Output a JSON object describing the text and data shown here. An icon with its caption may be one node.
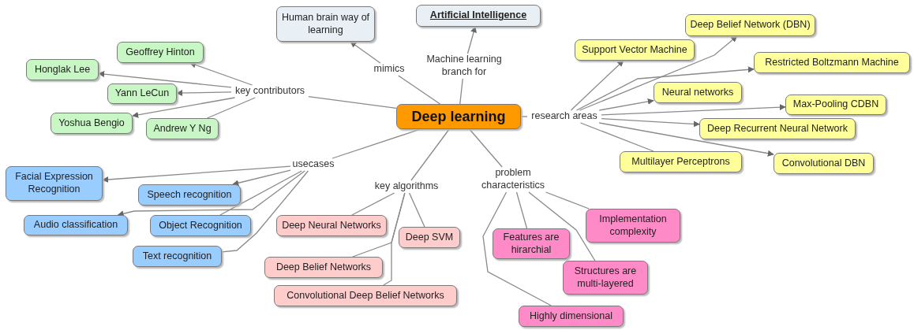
{
  "diagram": {
    "nodes": [
      {
        "text": [
          "Deep learning"
        ]
      },
      {
        "text": [
          "Human brain way of learning"
        ]
      },
      {
        "text": [
          "Artificial Intelligence"
        ]
      },
      {
        "text": [
          "mimics"
        ]
      },
      {
        "text": [
          "Machine learning branch for"
        ]
      },
      {
        "text": [
          "key contributors"
        ]
      },
      {
        "text": [
          "Geoffrey Hinton"
        ]
      },
      {
        "text": [
          "Honglak Lee"
        ]
      },
      {
        "text": [
          "Yann LeCun"
        ]
      },
      {
        "text": [
          "Yoshua Bengio"
        ]
      },
      {
        "text": [
          "Andrew Y Ng"
        ]
      },
      {
        "text": [
          "research areas"
        ]
      },
      {
        "text": [
          "Support Vector Machine"
        ]
      },
      {
        "text": [
          "Deep Belief Network (DBN)"
        ]
      },
      {
        "text": [
          "Neural networks"
        ]
      },
      {
        "text": [
          "Restricted Boltzmann Machine"
        ]
      },
      {
        "text": [
          "Max-Pooling CDBN"
        ]
      },
      {
        "text": [
          "Deep Recurrent Neural Network"
        ]
      },
      {
        "text": [
          "Multilayer Perceptrons"
        ]
      },
      {
        "text": [
          "Convolutional DBN"
        ]
      },
      {
        "text": [
          "usecases"
        ]
      },
      {
        "text": [
          "Facial Expression Recognition"
        ]
      },
      {
        "text": [
          "Speech recognition"
        ]
      },
      {
        "text": [
          "Audio classification"
        ]
      },
      {
        "text": [
          "Object Recognition"
        ]
      },
      {
        "text": [
          "Text recognition"
        ]
      },
      {
        "text": [
          "key algorithms"
        ]
      },
      {
        "text": [
          "Deep Neural Networks"
        ]
      },
      {
        "text": [
          "Deep SVM"
        ]
      },
      {
        "text": [
          "Deep Belief Networks"
        ]
      },
      {
        "text": [
          "Convolutional Deep Belief Networks"
        ]
      },
      {
        "text": [
          "problem characteristics"
        ]
      },
      {
        "text": [
          "Implementation complexity"
        ]
      },
      {
        "text": [
          "Features are hirarchial"
        ]
      },
      {
        "text": [
          "Structures are multi-layered"
        ]
      },
      {
        "text": [
          "Highly dimensional"
        ]
      }
    ],
    "edges": [
      {
        "from": 0,
        "to": 5,
        "arrow": "none"
      },
      {
        "from": 5,
        "to": 6,
        "arrow": "to"
      },
      {
        "from": 5,
        "to": 7,
        "arrow": "to"
      },
      {
        "from": 5,
        "to": 8,
        "arrow": "to"
      },
      {
        "from": 5,
        "to": 9,
        "arrow": "to"
      },
      {
        "from": 5,
        "to": 10,
        "arrow": "none"
      },
      {
        "from": 0,
        "to": 3,
        "arrow": "none"
      },
      {
        "from": 3,
        "to": 1,
        "arrow": "to"
      },
      {
        "from": 0,
        "to": 4,
        "arrow": "none"
      },
      {
        "from": 4,
        "to": 2,
        "arrow": "to"
      },
      {
        "from": 0,
        "to": 11,
        "arrow": "none"
      },
      {
        "from": 11,
        "to": 12,
        "arrow": "to"
      },
      {
        "from": 11,
        "to": 13,
        "arrow": "to"
      },
      {
        "from": 11,
        "to": 14,
        "arrow": "to"
      },
      {
        "from": 11,
        "to": 15,
        "arrow": "to"
      },
      {
        "from": 11,
        "to": 16,
        "arrow": "to"
      },
      {
        "from": 11,
        "to": 17,
        "arrow": "to"
      },
      {
        "from": 11,
        "to": 19,
        "arrow": "to"
      },
      {
        "from": 11,
        "to": 18,
        "arrow": "none"
      },
      {
        "from": 0,
        "to": 20,
        "arrow": "none"
      },
      {
        "from": 20,
        "to": 21,
        "arrow": "to"
      },
      {
        "from": 20,
        "to": 22,
        "arrow": "to"
      },
      {
        "from": 20,
        "to": 23,
        "arrow": "to"
      },
      {
        "from": 20,
        "to": 24,
        "arrow": "none"
      },
      {
        "from": 20,
        "to": 25,
        "arrow": "none"
      },
      {
        "from": 0,
        "to": 26,
        "arrow": "none"
      },
      {
        "from": 26,
        "to": 27,
        "arrow": "none"
      },
      {
        "from": 26,
        "to": 28,
        "arrow": "none"
      },
      {
        "from": 26,
        "to": 29,
        "arrow": "none"
      },
      {
        "from": 26,
        "to": 30,
        "arrow": "none"
      },
      {
        "from": 0,
        "to": 31,
        "arrow": "none"
      },
      {
        "from": 31,
        "to": 32,
        "arrow": "none"
      },
      {
        "from": 31,
        "to": 33,
        "arrow": "none"
      },
      {
        "from": 31,
        "to": 34,
        "arrow": "none"
      },
      {
        "from": 31,
        "to": 35,
        "arrow": "none"
      }
    ]
  }
}
